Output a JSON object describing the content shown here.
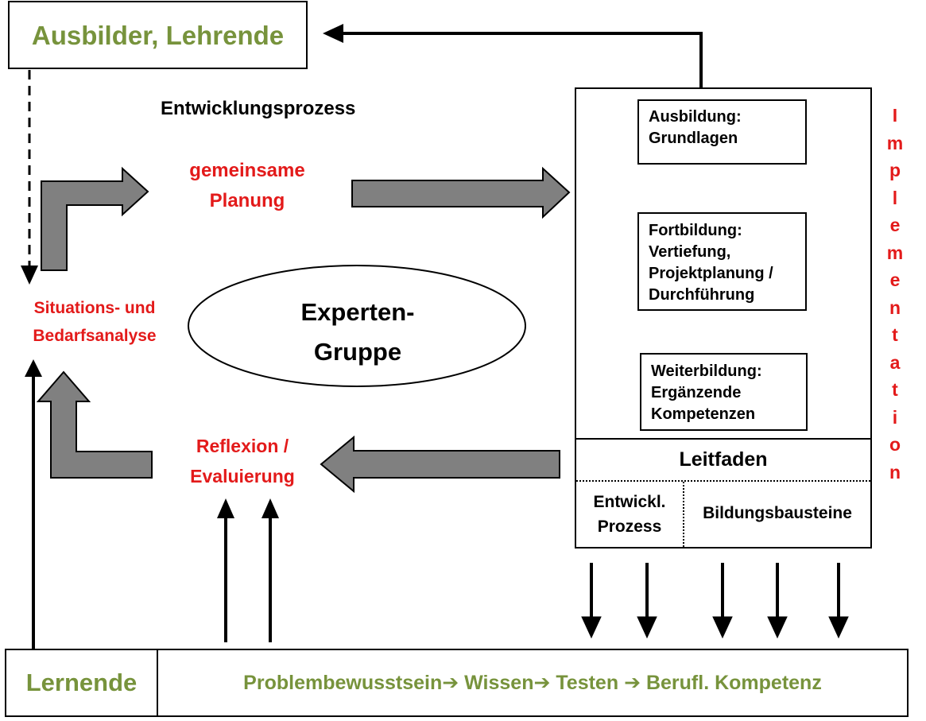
{
  "teacher_box": {
    "label": "Ausbilder, Lehrende"
  },
  "process_heading": "Entwicklungsprozess",
  "planning_label": [
    "gemeinsame",
    "Planung"
  ],
  "analysis_label": [
    "Situations- und",
    "Bedarfsanalyse"
  ],
  "expert_group": [
    "Experten-",
    "Gruppe"
  ],
  "reflection_label": [
    "Reflexion /",
    "Evaluierung"
  ],
  "training_boxes": [
    {
      "lines": [
        "Ausbildung:",
        "Grundlagen"
      ]
    },
    {
      "lines": [
        "Fortbildung:",
        "Vertiefung,",
        "Projektplanung /",
        "Durchführung"
      ]
    },
    {
      "lines": [
        "Weiterbildung:",
        "Ergänzende",
        "Kompetenzen"
      ]
    }
  ],
  "guide": {
    "title": "Leitfaden",
    "left": [
      "Entwickl.",
      "Prozess"
    ],
    "right": "Bildungsbausteine"
  },
  "implementation_letters": [
    "I",
    "m",
    "p",
    "l",
    "e",
    "m",
    "e",
    "n",
    "t",
    "a",
    "t",
    "i",
    "o",
    "n"
  ],
  "learners": {
    "label": "Lernende",
    "steps": [
      "Problembewusstsein",
      "Wissen",
      "Testen",
      "Berufl. Kompetenz"
    ],
    "step_arrow": "➔"
  },
  "colors": {
    "green": "#77933c",
    "red": "#e31a1a",
    "arrow_fill": "#808080"
  }
}
